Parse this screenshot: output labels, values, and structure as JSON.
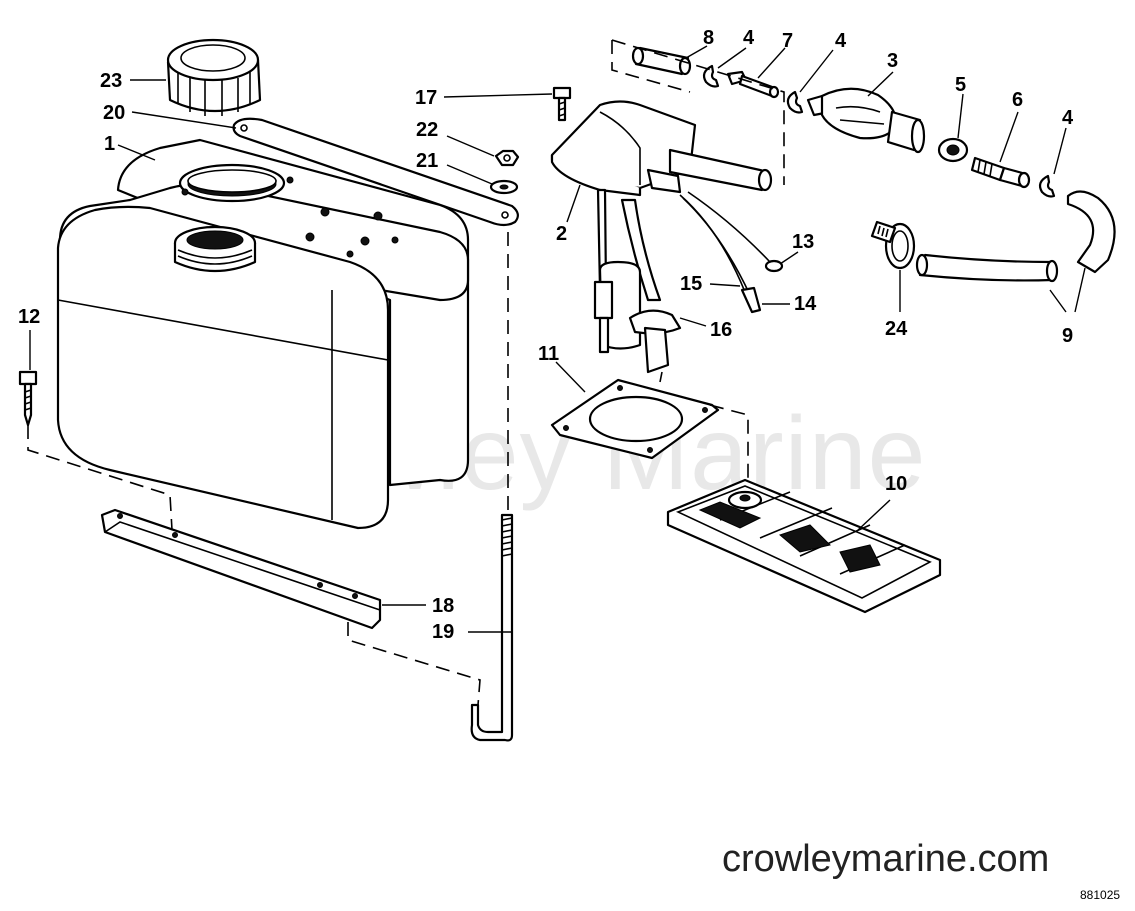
{
  "watermark": "Crowley Marine",
  "footer": {
    "site": "crowleymarine.com",
    "drawing_code": "881025"
  },
  "callouts": [
    "1",
    "2",
    "3",
    "4",
    "4",
    "4",
    "5",
    "6",
    "7",
    "8",
    "9",
    "10",
    "11",
    "12",
    "13",
    "14",
    "15",
    "16",
    "17",
    "18",
    "19",
    "20",
    "21",
    "22",
    "23",
    "24"
  ]
}
